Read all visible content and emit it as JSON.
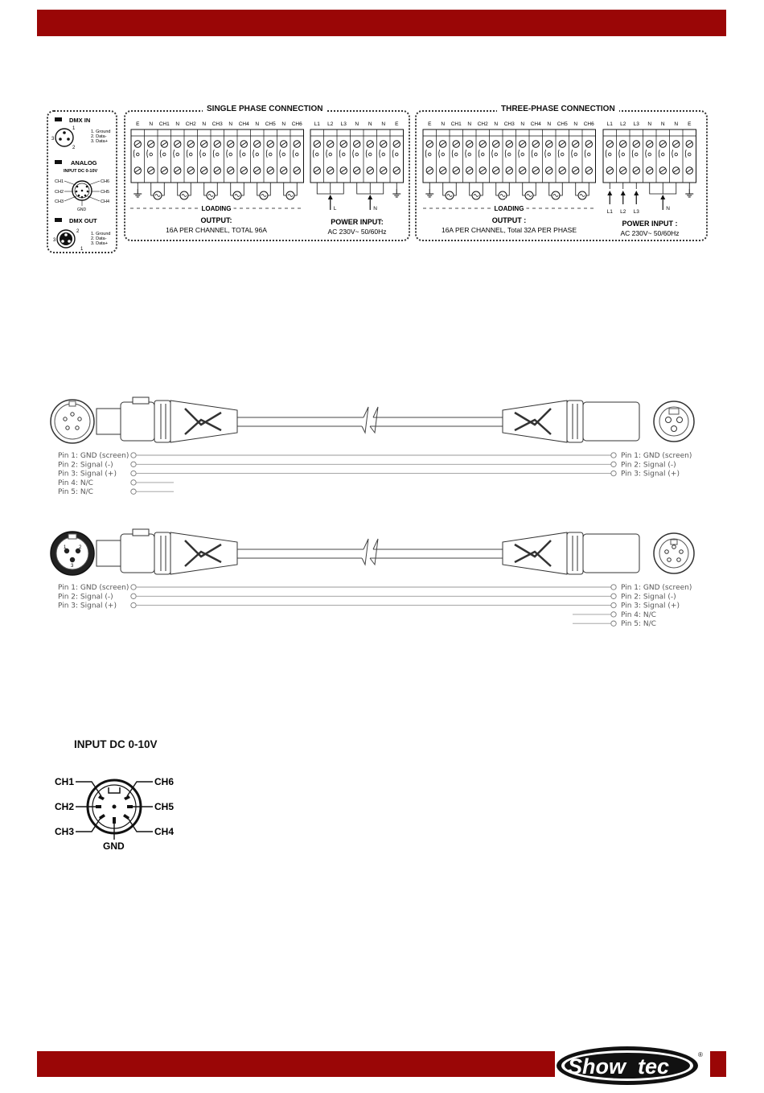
{
  "header": {
    "color": "#9a0606"
  },
  "connectors_legend": {
    "dmx_in": {
      "title": "DMX IN",
      "pins": [
        "1. Ground",
        "2. Data-",
        "3. Data+"
      ],
      "num_left": "3",
      "num_top": "1",
      "num_bottom": "2"
    },
    "analog": {
      "title": "ANALOG",
      "subtitle": "INPUT DC 0-10V",
      "left": [
        "CH1",
        "CH2",
        "CH3"
      ],
      "right": [
        "CH6",
        "CH5",
        "CH4"
      ],
      "bottom": "GND"
    },
    "dmx_out": {
      "title": "DMX OUT",
      "pins": [
        "1. Ground",
        "2. Data-",
        "3. Data+"
      ],
      "num_left": "3",
      "num_top": "2",
      "num_bottom": "1"
    }
  },
  "single_phase": {
    "title": "SINGLE PHASE CONNECTION",
    "output_terminals": [
      "E",
      "N",
      "CH1",
      "N",
      "CH2",
      "N",
      "CH3",
      "N",
      "CH4",
      "N",
      "CH5",
      "N",
      "CH6"
    ],
    "power_terminals": [
      "L1",
      "L2",
      "L3",
      "N",
      "N",
      "N",
      "E"
    ],
    "loading_label": "LOADING",
    "output_title": "OUTPUT:",
    "output_desc": "16A PER CHANNEL, TOTAL 96A",
    "power_title": "POWER INPUT:",
    "power_desc": "AC 230V~ 50/60Hz",
    "arrow_labels": [
      "L",
      "N"
    ]
  },
  "three_phase": {
    "title": "THREE-PHASE CONNECTION",
    "output_terminals": [
      "E",
      "N",
      "CH1",
      "N",
      "CH2",
      "N",
      "CH3",
      "N",
      "CH4",
      "N",
      "CH5",
      "N",
      "CH6"
    ],
    "power_terminals": [
      "L1",
      "L2",
      "L3",
      "N",
      "N",
      "N",
      "E"
    ],
    "loading_label": "LOADING",
    "output_title": "OUTPUT :",
    "output_desc": "16A PER CHANNEL, Total 32A PER PHASE",
    "power_title": "POWER INPUT :",
    "power_desc": "AC 230V~ 50/60Hz",
    "arrow_labels": [
      "L1",
      "L2",
      "L3",
      "N"
    ]
  },
  "cable1": {
    "left_pins": [
      "Pin 1: GND (screen)",
      "Pin 2: Signal (-)",
      "Pin 3: Signal (+)",
      "Pin 4: N/C",
      "Pin 5: N/C"
    ],
    "right_pins": [
      "Pin 1: GND (screen)",
      "Pin 2: Signal (-)",
      "Pin 3: Signal (+)"
    ]
  },
  "cable2": {
    "left_pins": [
      "Pin 1: GND (screen)",
      "Pin 2: Signal (-)",
      "Pin 3: Signal (+)"
    ],
    "right_pins": [
      "Pin 1: GND (screen)",
      "Pin 2: Signal (-)",
      "Pin 3: Signal (+)",
      "Pin 4: N/C",
      "Pin 5: N/C"
    ],
    "left_face_numbers": [
      "1",
      "2",
      "3"
    ]
  },
  "din_diagram": {
    "title": "INPUT DC 0-10V",
    "left": [
      "CH1",
      "CH2",
      "CH3"
    ],
    "right": [
      "CH6",
      "CH5",
      "CH4"
    ],
    "bottom": "GND"
  },
  "logo": {
    "text": "Showtec",
    "part1": "Show",
    "part2": "tec",
    "mark": "®"
  }
}
